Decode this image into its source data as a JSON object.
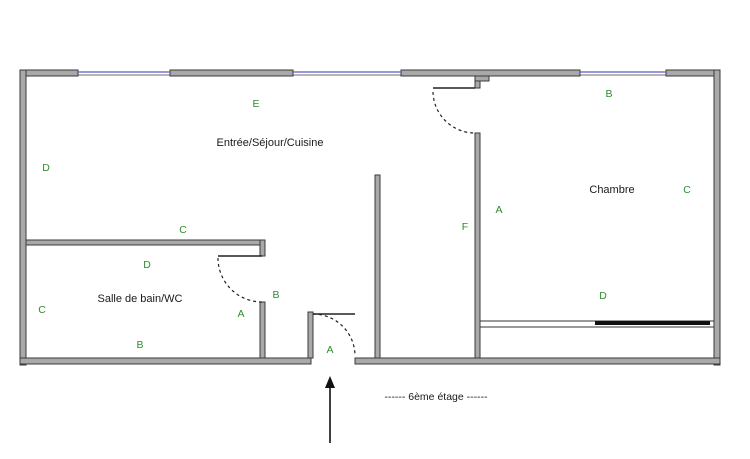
{
  "rooms": {
    "living": "Entrée/Séjour/Cuisine",
    "bedroom": "Chambre",
    "bathroom": "Salle de bain/WC"
  },
  "floor_label": "------ 6ème étage ------",
  "wall_labels": {
    "living_top": "E",
    "living_left": "D",
    "living_bottom": "C",
    "living_right": "F",
    "bedroom_top": "B",
    "bedroom_left": "A",
    "bedroom_right": "C",
    "bedroom_bottom": "D",
    "bath_top": "D",
    "bath_left": "C",
    "bath_bottom": "B",
    "bath_right": "A",
    "bath_door": "B",
    "entrance": "A"
  },
  "colors": {
    "wall_fill": "#a9a9a9",
    "window": "#5b5bc9",
    "wall_letter": "#2e8b2e"
  }
}
